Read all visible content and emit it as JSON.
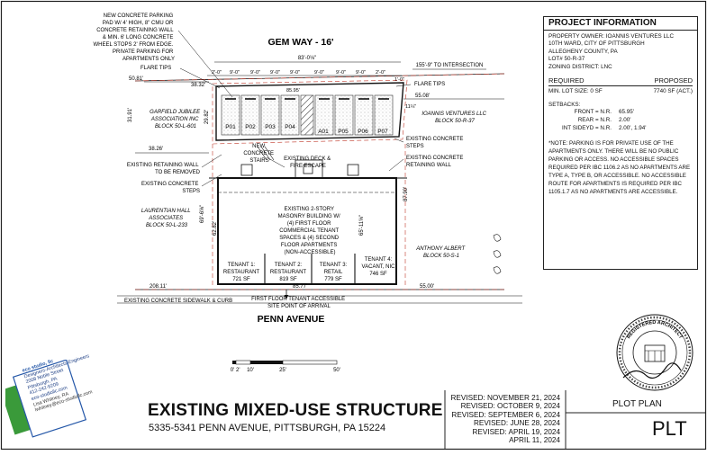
{
  "plan": {
    "street_top": "GEM WAY - 16'",
    "street_bottom": "PENN AVENUE",
    "overall_width": "83'-0⅛\"",
    "to_intersection": "155'-9\" TO INTERSECTION",
    "dims": {
      "d_50_81": "50.81'",
      "d_38_32": "38.32'",
      "d_31_91": "31.91'",
      "d_29_82": "29.82'",
      "d_38_26": "38.26'",
      "d_55_08": "55.08'",
      "d_11_quarter": "11¼\"",
      "d_85_95": "85.95'",
      "d_62_82": "62.82'",
      "d_69_6": "69'-6⅝\"",
      "d_65_11": "65'-11⅝\"",
      "d_87_90": "87.90'",
      "d_208_11": "208.11'",
      "d_85_77": "85.77'",
      "d_55_00": "55.00'",
      "d_2_0": "2'-0\"",
      "d_9_0": "9'-0\"",
      "d_1_0": "1'-0\""
    },
    "stalls": [
      "P01",
      "P02",
      "P03",
      "P04",
      "A01",
      "P05",
      "P06",
      "P07"
    ],
    "labels": {
      "parking_pad": "NEW CONCRETE PARKING PAD W/ 4' HIGH, 8\" CMU OR CONCRETE RETAINING WALL & MIN. 6' LONG CONCRETE WHEEL STOPS 2' FROM EDGE. PRIVATE PARKING FOR APARTMENTS ONLY",
      "flare_tips_left": "FLARE TIPS",
      "flare_tips_right": "FLARE TIPS",
      "garfield": "GARFIELD JUBILEE ASSOCIATION INC BLOCK 50-L-601",
      "ioannis": "IOANNIS VENTURES LLC BLOCK 50-R-37",
      "existing_steps_right": "EXISTING CONCRETE STEPS",
      "existing_wall_right": "EXISTING CONCRETE RETAINING WALL",
      "new_stairs": "NEW CONCRETE STAIRS",
      "deck": "EXISTING DECK & FIRE ESCAPE",
      "wall_remove": "EXISTING RETAINING WALL TO BE REMOVED",
      "steps_left": "EXISTING CONCRETE STEPS",
      "laurentian": "LAURENTIAN HALL ASSOCIATES BLOCK 50-L-233",
      "building": "EXISTING 2-STORY MASONRY BUILDING W/ (4) FIRST FLOOR COMMERCIAL TENANT SPACES & (4) SECOND FLOOR APARTMENTS (NON-ACCESSIBLE)",
      "anthony": "ANTHONY ALBERT BLOCK 50-S-1",
      "sidewalk": "EXISTING CONCRETE SIDEWALK & CURB",
      "accessible": "FIRST FLOOR TENANT ACCESSIBLE SITE POINT OF ARRIVAL"
    },
    "tenants": [
      {
        "name": "TENANT 1:",
        "use": "RESTAURANT",
        "area": "721 SF"
      },
      {
        "name": "TENANT 2:",
        "use": "RESTAURANT",
        "area": "819 SF"
      },
      {
        "name": "TENANT 3:",
        "use": "RETAIL",
        "area": "779 SF"
      },
      {
        "name": "TENANT 4:",
        "use": "VACANT, NIC",
        "area": "746 SF"
      }
    ],
    "scale_labels": [
      "0'",
      "2'",
      "10'",
      "25'",
      "50'"
    ]
  },
  "project": {
    "title": "PROJECT INFORMATION",
    "lines": [
      "PROPERTY OWNER: IOANNIS VENTURES LLC",
      "10TH WARD, CITY OF PITTSBURGH",
      "ALLEGHENY COUNTY, PA",
      "LOT# 50-R-37",
      "ZONING DISTRICT: LNC"
    ],
    "required_label": "REQUIRED",
    "proposed_label": "PROPOSED",
    "lot_size_label": "MIN. LOT SIZE: 0 SF",
    "lot_size_value": "7740 SF (ACT.)",
    "setbacks_label": "SETBACKS:",
    "setbacks": [
      {
        "label": "FRONT = N.R.",
        "value": "65.95'"
      },
      {
        "label": "REAR = N.R.",
        "value": "2.00'"
      },
      {
        "label": "INT SIDEYD = N.R.",
        "value": "2.00', 1.94'"
      }
    ],
    "note": "*NOTE: PARKING IS FOR PRIVATE USE OF THE APARTMENTS ONLY. THERE WILL BE NO PUBLIC PARKING OR ACCESS. NO ACCESSIBLE SPACES REQUIRED PER IBC 1106.2 AS NO APARTMENTS ARE TYPE A, TYPE B, OR ACCESSIBLE. NO ACCESSIBLE ROUTE FOR APARTMENTS IS REQUIRED PER IBC 1105.1.7 AS NO APARTMENTS ARE ACCESSIBLE."
  },
  "title_block": {
    "title": "EXISTING MIXED-USE STRUCTURE",
    "address": "5335-5341 PENN AVENUE, PITTSBURGH, PA 15224",
    "revisions": [
      "REVISED: NOVEMBER 21, 2024",
      "REVISED: OCTOBER 9, 2024",
      "REVISED: SEPTEMBER 6, 2024",
      "REVISED: JUNE 28, 2024",
      "REVISED: APRIL 19, 2024",
      "APRIL 11, 2024"
    ],
    "sheet_name": "PLOT PLAN",
    "sheet_number": "PLT",
    "firm_lines": [
      "eco studio, llc",
      "Designers-Architects-Engineers",
      "2008 Noble Street",
      "Pittsburgh, PA",
      "412-242-9209",
      "eco-studiollc.com",
      "Lisa Whitney, RA",
      "lwhitney@eco-studiollc.com"
    ],
    "seal_text": "REGISTERED ARCHITECT"
  },
  "colors": {
    "line": "#1a1a1a",
    "property_line": "#c0392b",
    "hatch": "#777777",
    "firm_blue": "#2457a8",
    "firm_green": "#3a9a3a"
  }
}
